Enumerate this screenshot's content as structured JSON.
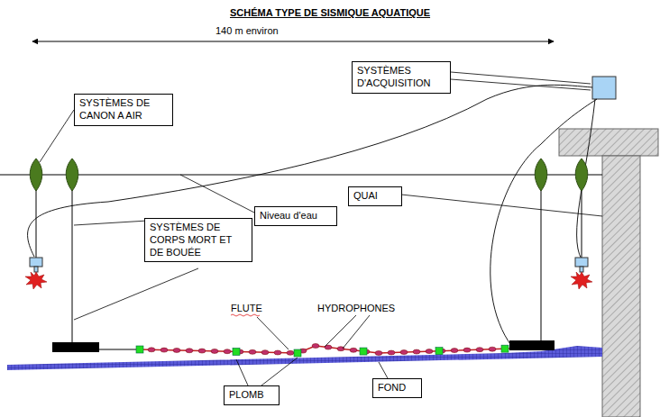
{
  "diagram": {
    "title": "SCHÉMA TYPE DE SISMIQUE AQUATIQUE",
    "nodes": [
      {
        "text": [
          "SYSTÈMES D'ACQUISITION"
        ]
      },
      {
        "text": [
          "SYSTÈMES DE CANON A AIR"
        ]
      },
      {
        "text": [
          "QUAI"
        ]
      },
      {
        "text": [
          "Niveau d'eau"
        ]
      },
      {
        "text": [
          "SYSTÈMES DE CORPS MORT ET DE BOUÉE"
        ]
      },
      {
        "text": [
          "FOND"
        ]
      },
      {
        "text": [
          "PLOMB"
        ]
      }
    ],
    "labels": [
      "140 m environ",
      "FLUTE",
      "HYDROPHONES"
    ]
  }
}
